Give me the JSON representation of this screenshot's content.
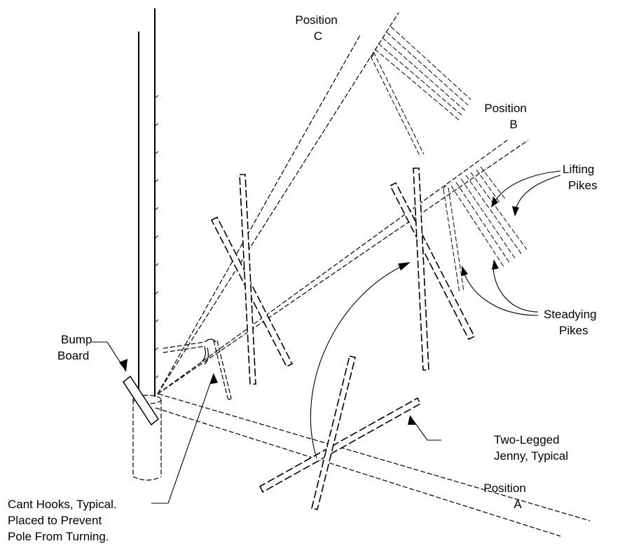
{
  "labels": {
    "position_c": [
      "Position",
      "C"
    ],
    "position_b": [
      "Position",
      "B"
    ],
    "position_a": [
      "Position",
      "A"
    ],
    "lifting_pikes": [
      "Lifting",
      "Pikes"
    ],
    "steadying_pikes": [
      "Steadying",
      "Pikes"
    ],
    "bump_board": [
      "Bump",
      "Board"
    ],
    "two_legged_jenny": [
      "Two-Legged",
      "Jenny, Typical"
    ],
    "cant_hooks": [
      "Cant Hooks, Typical.",
      "Placed to Prevent",
      "Pole From Turning."
    ]
  },
  "colors": {
    "line": "#000000",
    "background": "#ffffff"
  }
}
